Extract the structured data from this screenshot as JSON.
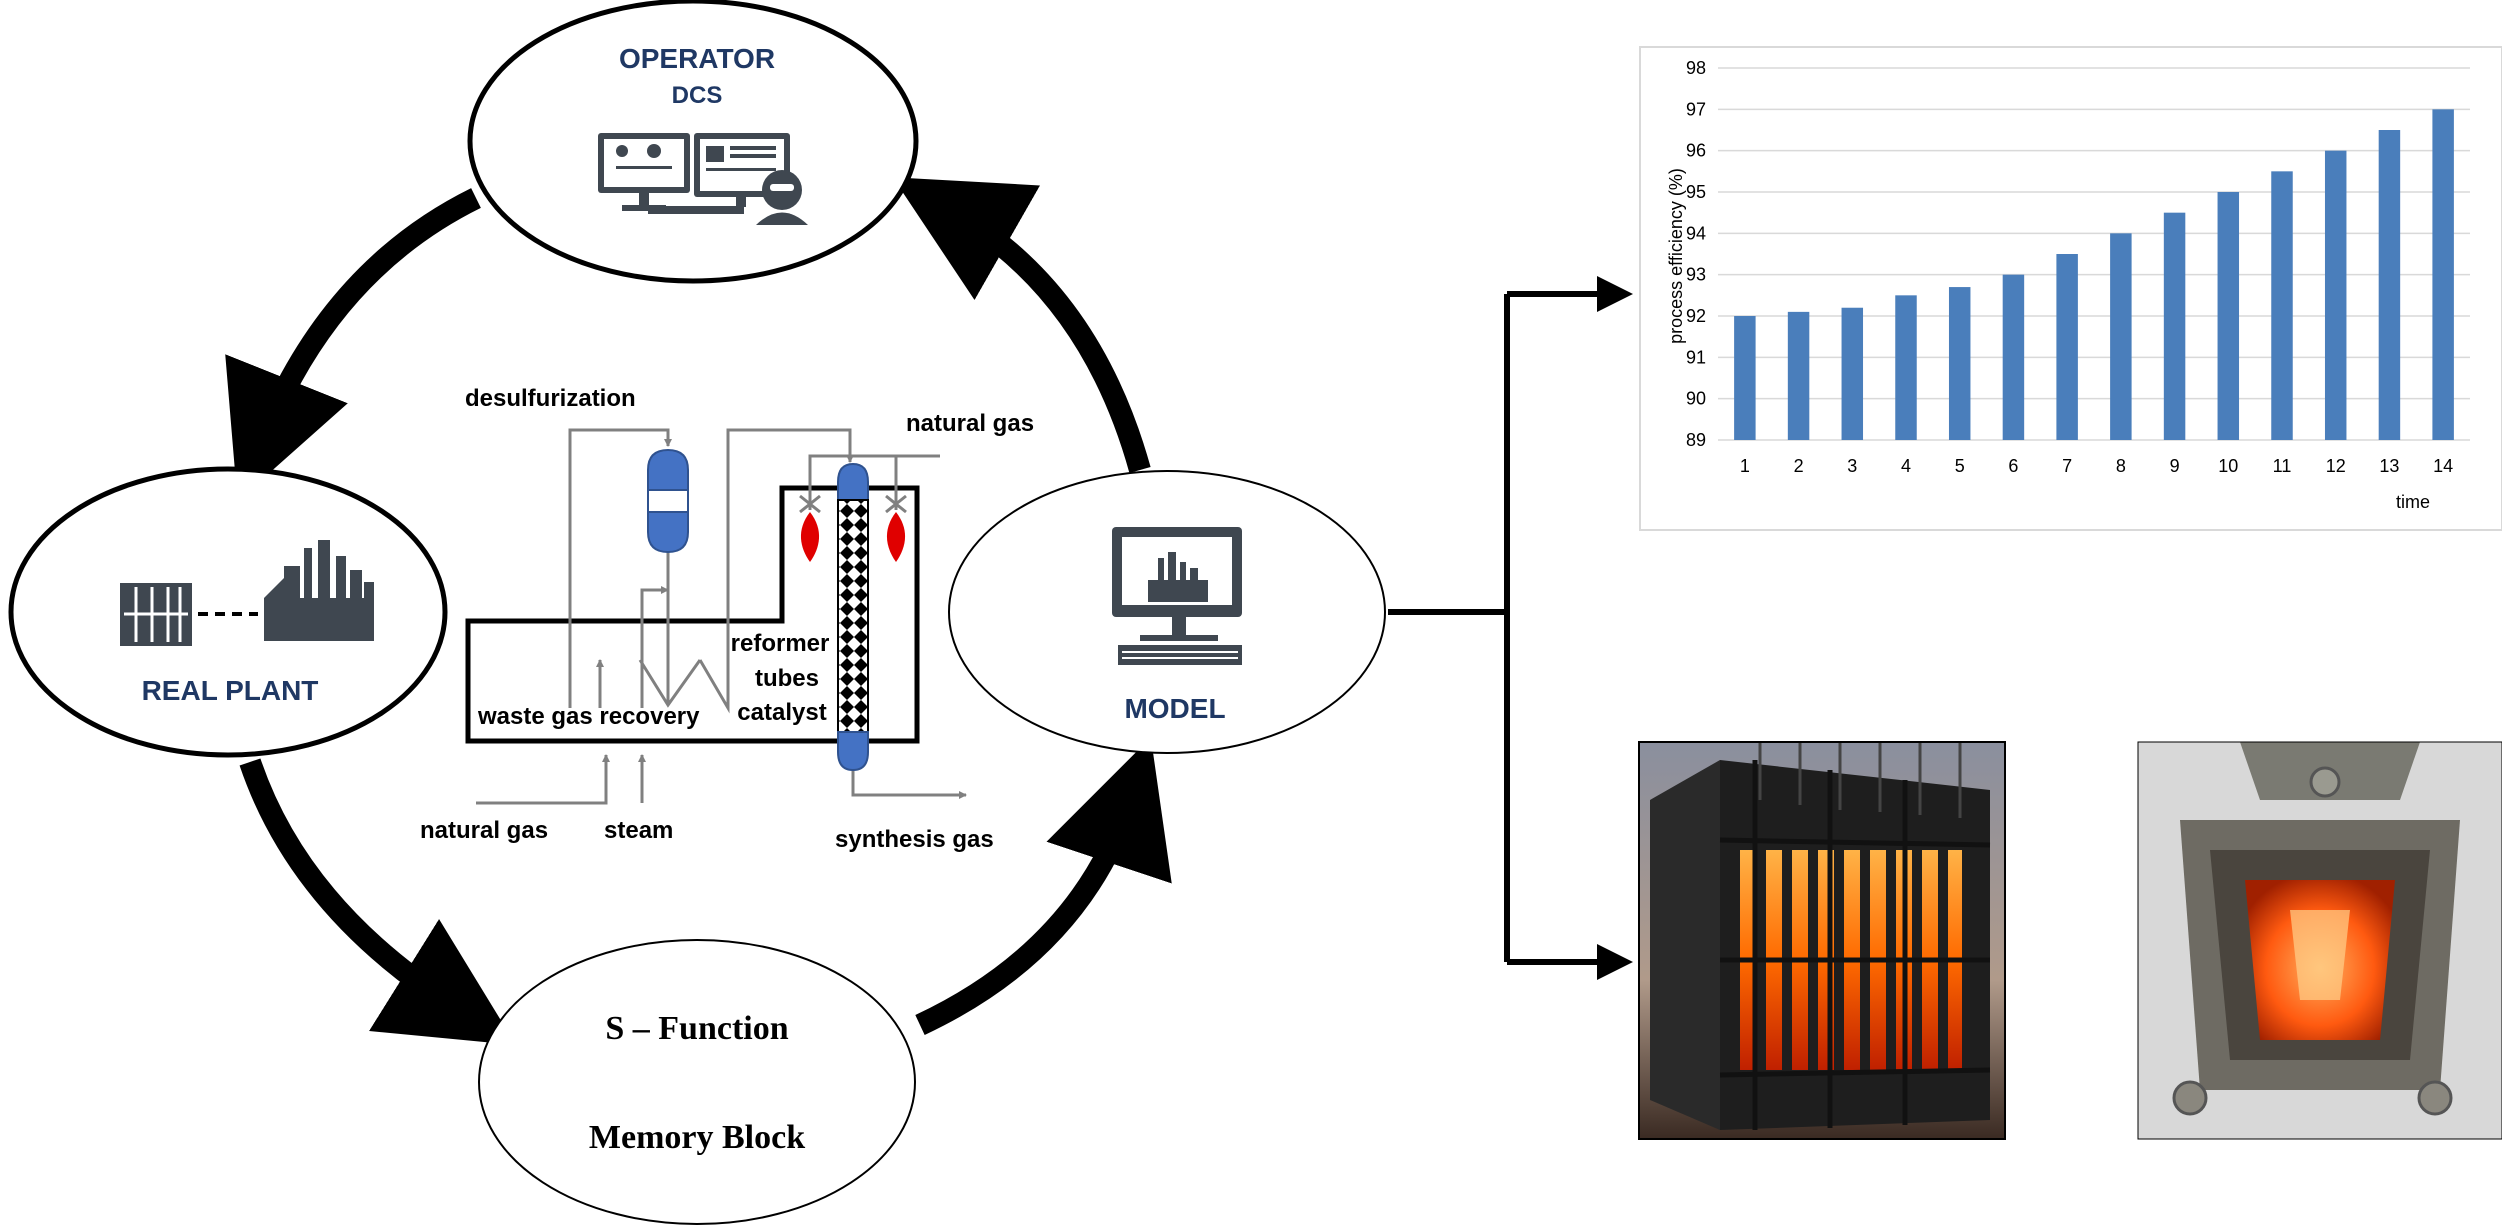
{
  "nodes": {
    "operator": {
      "title": "OPERATOR",
      "subtitle": "DCS"
    },
    "real_plant": {
      "title": "REAL PLANT"
    },
    "model": {
      "title": "MODEL"
    },
    "s_function": {
      "line1": "S – Function",
      "line2": "Memory Block"
    }
  },
  "process": {
    "desulfurization": "desulfurization",
    "natural_gas_top": "natural gas",
    "waste_gas_recovery": "waste gas recovery",
    "reformer": "reformer",
    "tubes": "tubes",
    "catalyst": "catalyst",
    "natural_gas_bottom": "natural gas",
    "steam": "steam",
    "synthesis_gas": "synthesis gas"
  },
  "colors": {
    "navy": "#1f3864",
    "bar_blue": "#4a7ebb",
    "vessel_blue": "#4472c4",
    "flame_red": "#e00000",
    "pipe_gray": "#808080",
    "icon_gray": "#3f4750"
  },
  "icons": [
    "operator-workstation-icon",
    "control-cabinet-icon",
    "factory-icon",
    "computer-plant-icon"
  ],
  "chart_data": {
    "type": "bar",
    "categories": [
      "1",
      "2",
      "3",
      "4",
      "5",
      "6",
      "7",
      "8",
      "9",
      "10",
      "11",
      "12",
      "13",
      "14"
    ],
    "values": [
      92.0,
      92.1,
      92.2,
      92.5,
      92.7,
      93.0,
      93.5,
      94.0,
      94.5,
      95.0,
      95.5,
      96.0,
      96.5,
      97.0
    ],
    "ylabel": "process efficiency (%)",
    "xlabel": "time",
    "ylim": [
      89,
      98
    ],
    "yticks": [
      "89",
      "90",
      "91",
      "92",
      "93",
      "94",
      "95",
      "96",
      "97",
      "98"
    ],
    "grid": true
  },
  "photos": [
    "reformer-furnace-photo",
    "burner-viewport-photo"
  ]
}
